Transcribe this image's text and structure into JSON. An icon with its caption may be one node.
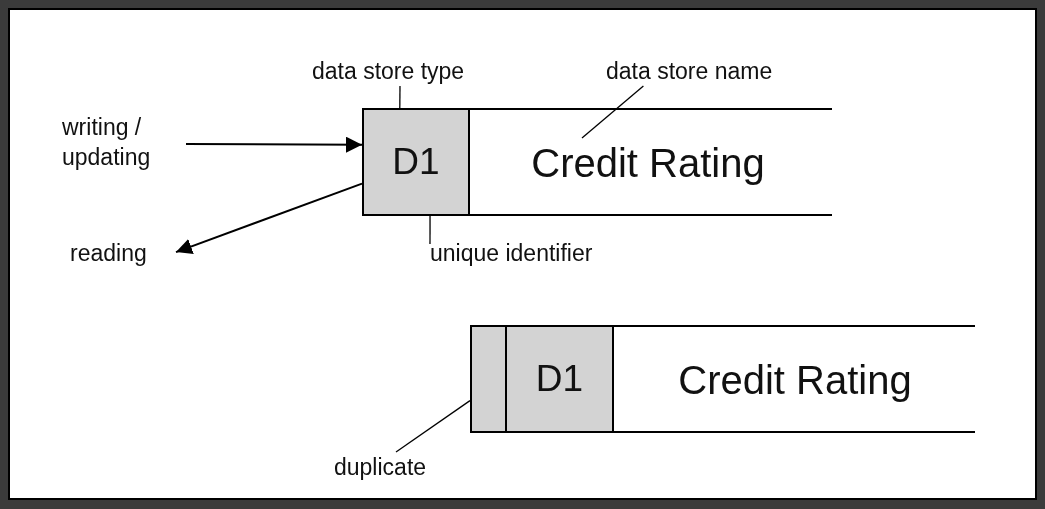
{
  "diagram": {
    "nodes": [
      {
        "text": [
          "data store type"
        ]
      },
      {
        "text": [
          "data store name"
        ]
      },
      {
        "text": [
          "writing / updating"
        ]
      },
      {
        "text": [
          "D1"
        ]
      },
      {
        "text": [
          "Credit Rating"
        ]
      },
      {
        "text": [
          "reading"
        ]
      },
      {
        "text": [
          "unique identifier"
        ]
      },
      {
        "text": [],
        "shape": "box"
      },
      {
        "text": [
          "D1"
        ]
      },
      {
        "text": [
          "Credit Rating"
        ]
      },
      {
        "text": [
          "duplicate"
        ]
      }
    ],
    "edges": [
      {
        "from": 0,
        "to": 3,
        "arrow": "none"
      },
      {
        "from": 1,
        "to": 4,
        "arrow": "none"
      },
      {
        "from": 2,
        "to": 3,
        "arrow": "to"
      },
      {
        "from": 3,
        "to": 5,
        "arrow": "to"
      },
      {
        "from": 6,
        "to": 3,
        "arrow": "none"
      },
      {
        "from": 10,
        "to": 7,
        "arrow": "none"
      }
    ]
  }
}
